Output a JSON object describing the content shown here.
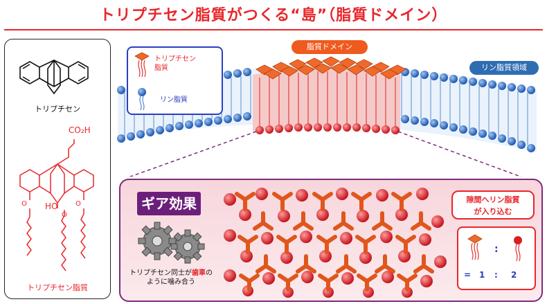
{
  "title": "トリプチセン脂質がつくる“島”（脂質ドメイン）",
  "left_panel": {
    "triptycene_label": "トリプチセン",
    "co2h_label": "CO₂H",
    "ho_label": "HO",
    "lipid_label": "トリプチセン脂質"
  },
  "legend": {
    "triptycene_lipid": "トリプチセン\n脂質",
    "phospholipid": "リン脂質"
  },
  "labels": {
    "lipid_domain": "脂質ドメイン",
    "phospholipid_region": "リン脂質領域"
  },
  "gear_effect": {
    "title": "ギア効果",
    "caption_before": "トリプチセン同士が",
    "caption_highlight": "歯車",
    "caption_after": "の\nように噛み合う"
  },
  "callout": "隙間へリン脂質\nが入り込む",
  "ratio": {
    "colon": ":",
    "equals": "=",
    "left": "1",
    "sep": ":",
    "right": "2"
  },
  "colors": {
    "title_red": "#e8262a",
    "domain_orange": "#ef5a1e",
    "phospholipid_blue": "#2f6db3",
    "gear_purple": "#6b1f7a",
    "legend_blue": "#2a3fbf"
  }
}
